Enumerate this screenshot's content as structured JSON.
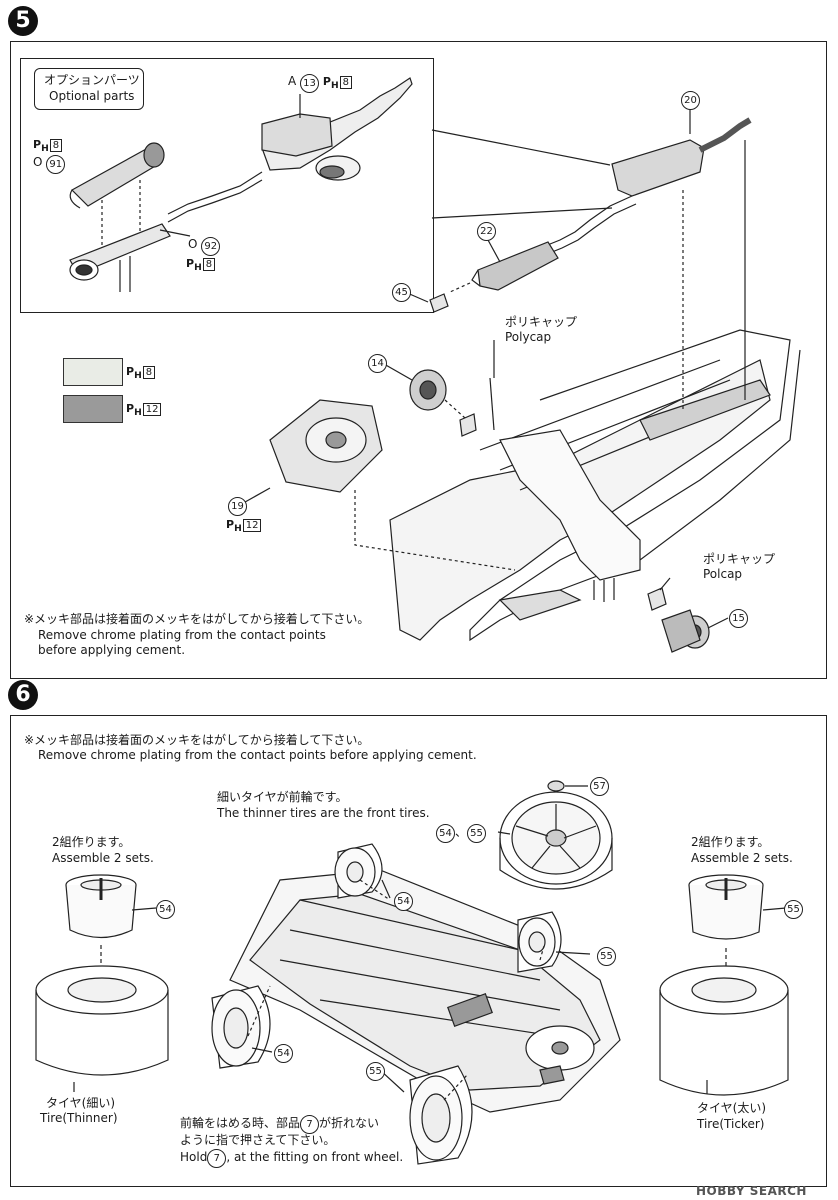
{
  "step5": {
    "number": "5",
    "optional_box": {
      "jp": "オプションパーツ",
      "en": "Optional parts"
    },
    "labels": {
      "a13_prefix": "A",
      "a13": "13",
      "ph": "P",
      "ph_sub": "H",
      "box8": "8",
      "box12": "12",
      "o91_prefix": "O",
      "o91": "91",
      "o92_prefix": "O",
      "o92": "92",
      "p20": "20",
      "p22": "22",
      "p45": "45",
      "p14": "14",
      "p19": "19",
      "p15": "15"
    },
    "polycap_top": {
      "jp": "ポリキャップ",
      "en": "Polycap"
    },
    "polycap_bottom": {
      "jp": "ポリキャップ",
      "en": "Polcap"
    },
    "note_jp": "※メッキ部品は接着面のメッキをはがしてから接着して下さい。",
    "note_en1": "Remove chrome plating from the contact points",
    "note_en2": "before applying cement.",
    "swatch_colors": [
      "#e9ece6",
      "#9a9a9a"
    ]
  },
  "step6": {
    "number": "6",
    "note_jp": "※メッキ部品は接着面のメッキをはがしてから接着して下さい。",
    "note_en": "Remove chrome plating from the contact points before applying cement.",
    "front_tires_jp": "細いタイヤが前輪です。",
    "front_tires_en": "The thinner tires are the front tires.",
    "left_assemble_jp": "2組作ります。",
    "left_assemble_en": "Assemble 2 sets.",
    "right_assemble_jp": "2組作ります。",
    "right_assemble_en": "Assemble 2 sets.",
    "tire_thin_jp": "タイヤ(細い)",
    "tire_thin_en": "Tire(Thinner)",
    "tire_thick_jp": "タイヤ(太い)",
    "tire_thick_en": "Tire(Ticker)",
    "hold_jp1": "前輪をはめる時、部品",
    "hold_num": "7",
    "hold_jp2": "が折れない",
    "hold_jp3": "ように指で押さえて下さい。",
    "hold_en1": "Hold",
    "hold_en2": ", at the fitting on front wheel.",
    "labels": {
      "p54": "54",
      "p55": "55",
      "p57": "57",
      "p54_55_sep": "、"
    }
  },
  "watermark": {
    "text": "HOBBY SEARCH"
  }
}
